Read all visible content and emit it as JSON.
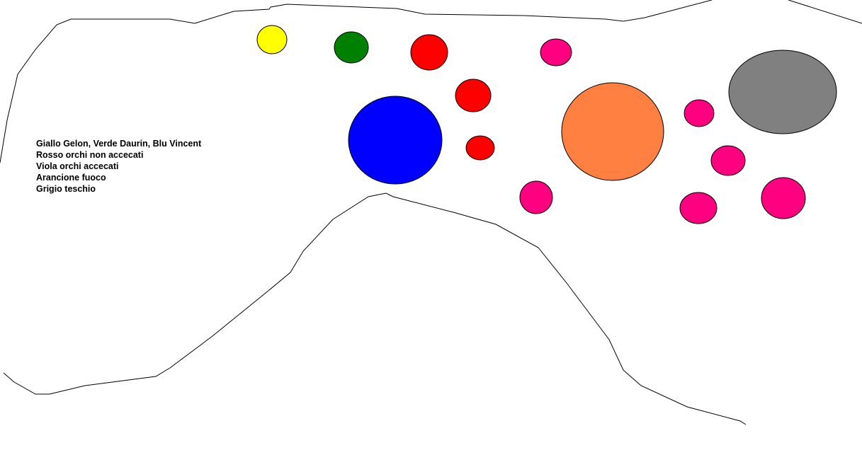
{
  "legend": [
    "Giallo Gelon, Verde Daurin, Blu Vincent",
    "Rosso orchi non accecati",
    "Viola orchi accecati",
    "Arancione fuoco",
    "Grigio teschio"
  ],
  "colors": {
    "yellow": "#ffff00",
    "green": "#008000",
    "blue": "#0000ff",
    "red": "#ff0000",
    "pink": "#ff0080",
    "orange": "#ff8040",
    "gray": "#808080"
  }
}
